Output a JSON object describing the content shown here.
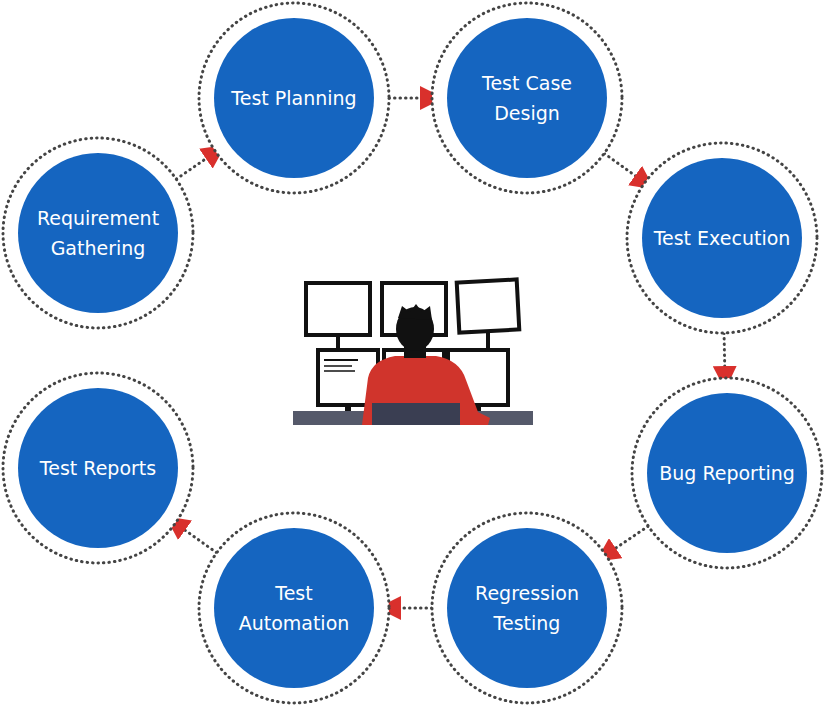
{
  "diagram": {
    "nodes": [
      {
        "text": [
          "Requirement Gathering"
        ]
      },
      {
        "text": [
          "Test Planning"
        ]
      },
      {
        "text": [
          "Test Case Design"
        ]
      },
      {
        "text": [
          "Test Execution"
        ]
      },
      {
        "text": [
          "Bug Reporting"
        ]
      },
      {
        "text": [
          "Regression Testing"
        ]
      },
      {
        "text": [
          "Test Automation"
        ]
      },
      {
        "text": [
          "Test Reports"
        ]
      }
    ],
    "edges": [
      {
        "from": 0,
        "to": 1,
        "arrow": "to"
      },
      {
        "from": 1,
        "to": 2,
        "arrow": "to"
      },
      {
        "from": 2,
        "to": 3,
        "arrow": "to"
      },
      {
        "from": 3,
        "to": 4,
        "arrow": "to"
      },
      {
        "from": 4,
        "to": 5,
        "arrow": "to"
      },
      {
        "from": 5,
        "to": 6,
        "arrow": "to"
      },
      {
        "from": 6,
        "to": 7,
        "arrow": "to"
      }
    ]
  }
}
